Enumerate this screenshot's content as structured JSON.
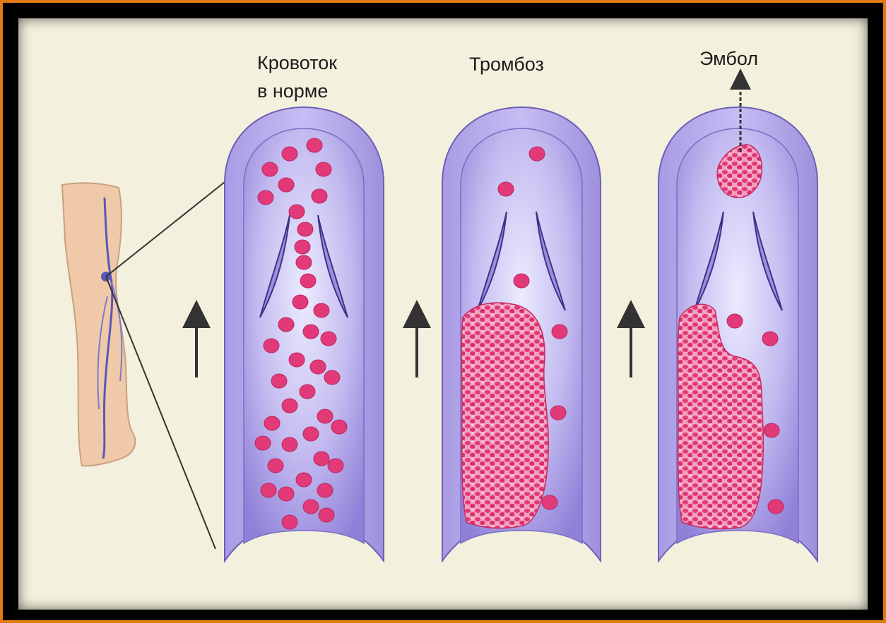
{
  "labels": {
    "normal_line1": "Кровоток",
    "normal_line2": "в норме",
    "thrombosis": "Тромбоз",
    "embolus": "Эмбол"
  },
  "colors": {
    "frame_border": "#e07a12",
    "background": "#f3f1dd",
    "vessel_wall": "#b3a6e8",
    "vessel_lumen": "#c9c2f2",
    "blood_cell": "#e23a78",
    "clot": "#e8558c",
    "skin": "#efc9a8",
    "vein": "#5b56b8"
  }
}
